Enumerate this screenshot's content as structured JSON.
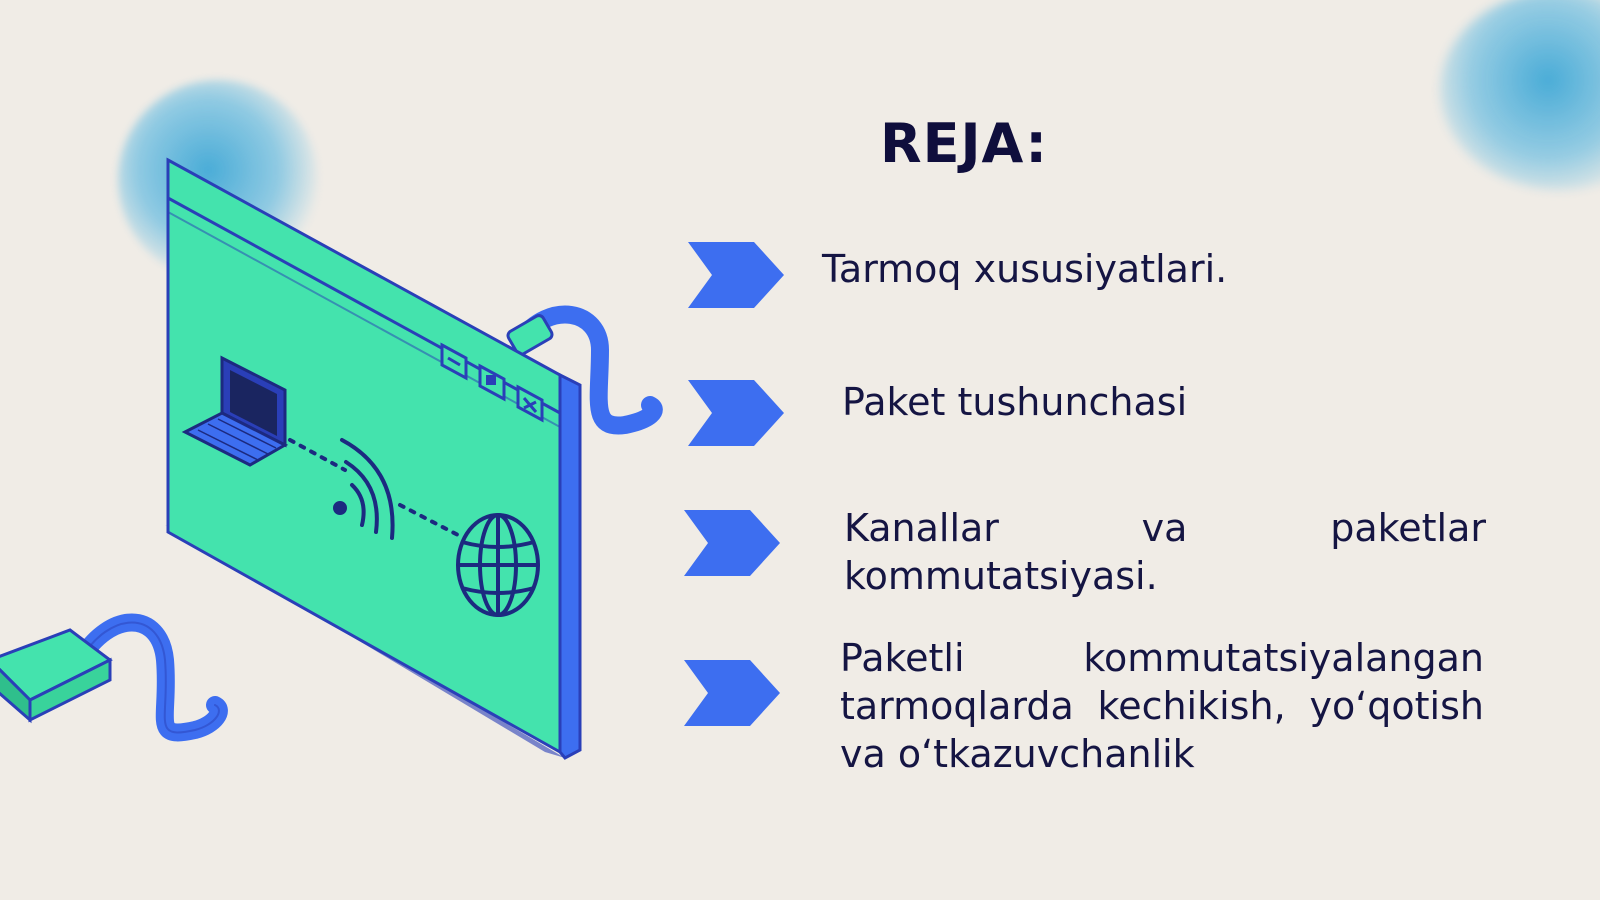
{
  "slide": {
    "title": "REJA:",
    "items": [
      {
        "text": "Tarmoq xususiyatlari."
      },
      {
        "text": "Paket tushunchasi"
      },
      {
        "text": "Kanallar va paketlar kommutatsiyasi."
      },
      {
        "text": "Paketli kommutatsiyalangan tarmoqlarda kechikish, yo‘qotish va o‘tkazuvchanlik"
      }
    ]
  },
  "colors": {
    "background": "#f0ece6",
    "accent_blue": "#3d6ef0",
    "window_green": "#44e3ad",
    "outline": "#2a3fb8",
    "text": "#151543"
  },
  "icons": [
    "laptop-icon",
    "wifi-icon",
    "globe-icon",
    "minimize-icon",
    "restore-icon",
    "close-icon",
    "cable-icon",
    "chevron-right-icon"
  ]
}
